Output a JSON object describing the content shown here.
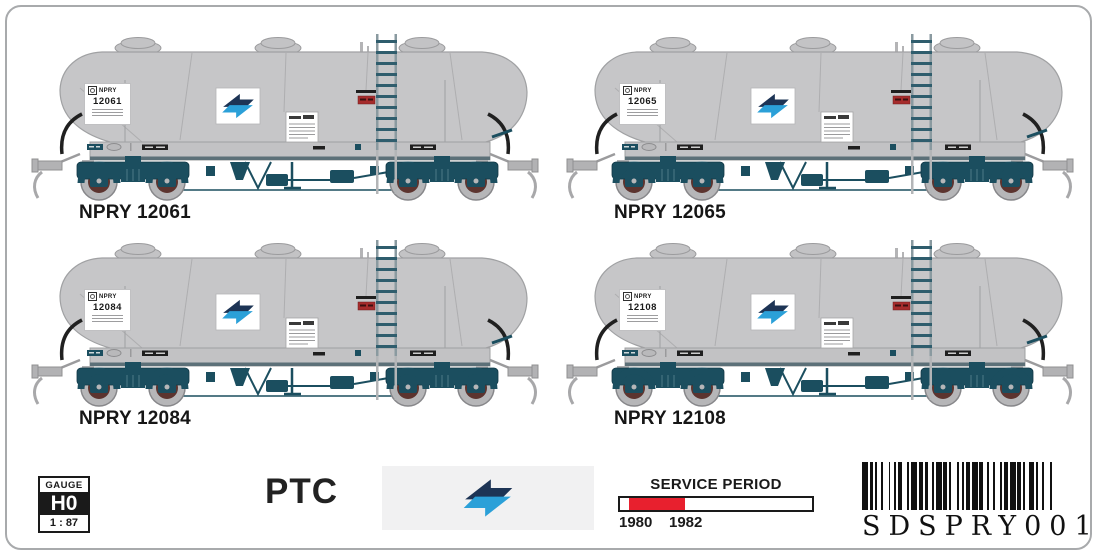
{
  "sheet": {
    "brand_text": "PTC",
    "gauge": {
      "label": "GAUGE",
      "scale": "H0",
      "ratio": "1 : 87"
    },
    "service_period": {
      "title": "SERVICE PERIOD",
      "start_year": "1980",
      "end_year": "1982"
    },
    "barcode": {
      "text": "SDSPRY001",
      "pattern": "31211213121123113121221131211312112131221213112131211231121312"
    }
  },
  "cars": [
    {
      "reporting_mark": "NPRY",
      "number": "12061",
      "caption": "NPRY 12061"
    },
    {
      "reporting_mark": "NPRY",
      "number": "12065",
      "caption": "NPRY 12065"
    },
    {
      "reporting_mark": "NPRY",
      "number": "12084",
      "caption": "NPRY 12084"
    },
    {
      "reporting_mark": "NPRY",
      "number": "12108",
      "caption": "NPRY 12108"
    }
  ],
  "colors": {
    "tank_gray": "#c6c6c8",
    "underframe_teal": "#1b4e5f",
    "wheel_maroon": "#5c342f",
    "logo_navy": "#1d3455",
    "logo_blue": "#2ba0d8",
    "service_red": "#e8202e"
  }
}
